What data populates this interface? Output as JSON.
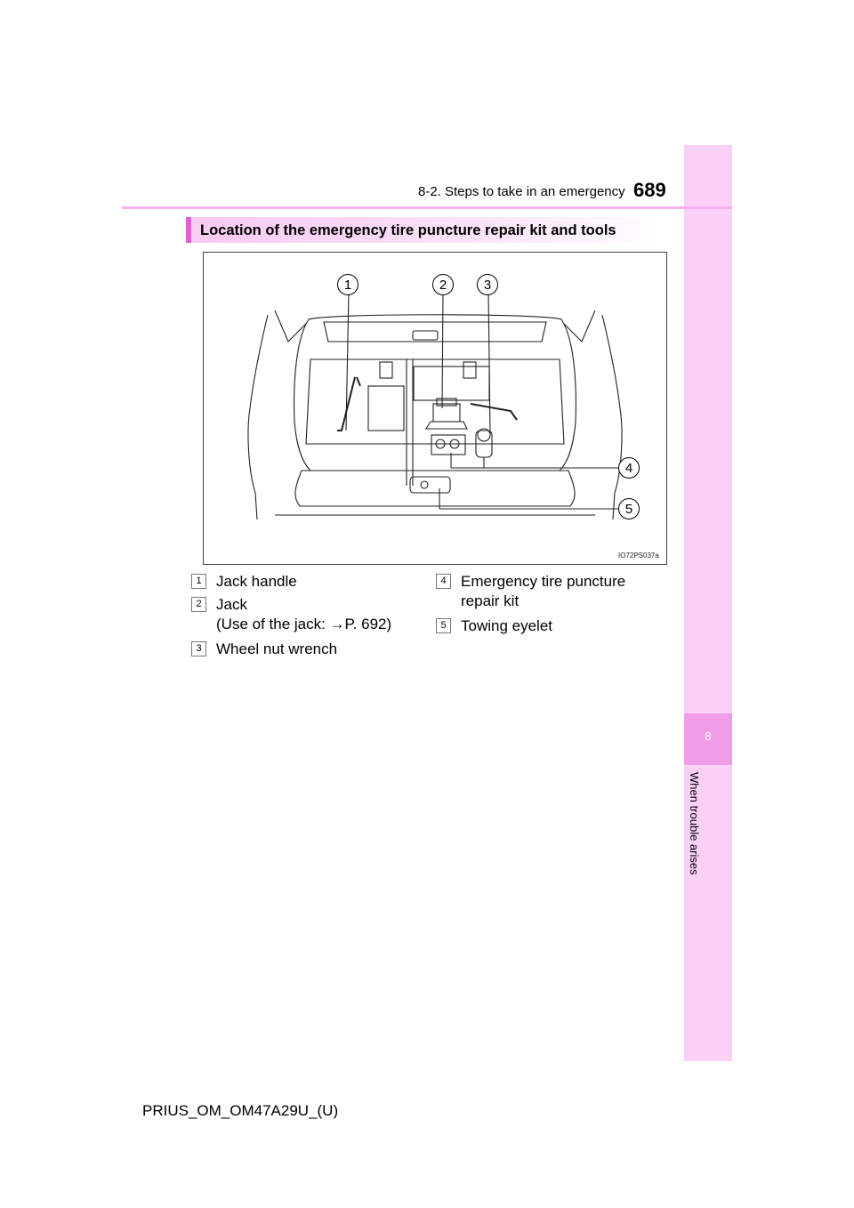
{
  "header": {
    "section": "8-2. Steps to take in an emergency",
    "page_number": "689"
  },
  "side_tab": {
    "chapter_number": "8",
    "chapter_title": "When trouble arises"
  },
  "section_title": "Location of the emergency tire puncture repair kit and tools",
  "figure": {
    "code": "IO72PS037a",
    "callouts": [
      "1",
      "2",
      "3",
      "4",
      "5"
    ]
  },
  "legend": {
    "items": [
      {
        "num": "1",
        "text": "Jack handle"
      },
      {
        "num": "2",
        "text": "Jack",
        "text2": "(Use of the jack: →P. 692)"
      },
      {
        "num": "3",
        "text": "Wheel nut wrench"
      },
      {
        "num": "4",
        "text": "Emergency tire puncture",
        "text2": "repair kit"
      },
      {
        "num": "5",
        "text": "Towing eyelet"
      }
    ]
  },
  "footer": {
    "doc_id": "PRIUS_OM_OM47A29U_(U)"
  },
  "colors": {
    "side_tab": "#fbd0f7",
    "side_tab_active": "#f19ce9",
    "title_accent": "#e45fd6",
    "header_rule": "#f7b2ee"
  }
}
